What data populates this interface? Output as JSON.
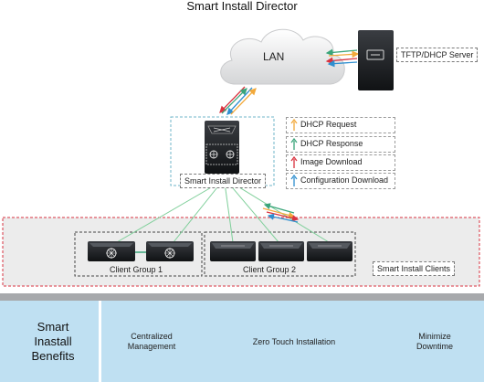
{
  "title": "Smart Install Director",
  "cloud_label": "LAN",
  "server_label": "TFTP/DHCP Server",
  "director_label": "Smart Install Director",
  "legend": [
    {
      "label": "DHCP Request",
      "color": "#f2a93b"
    },
    {
      "label": "DHCP Response",
      "color": "#3aa57a"
    },
    {
      "label": "Image Download",
      "color": "#d9323f"
    },
    {
      "label": "Configuration Download",
      "color": "#2f8fd0"
    }
  ],
  "client_groups": [
    {
      "label": "Client Group 1"
    },
    {
      "label": "Client Group 2"
    }
  ],
  "clients_label": "Smart Install Clients",
  "benefits": {
    "heading": "Smart Inastall Benefits",
    "items": [
      "Centralized Management",
      "Zero Touch Installation",
      "Minimize Downtime"
    ]
  }
}
